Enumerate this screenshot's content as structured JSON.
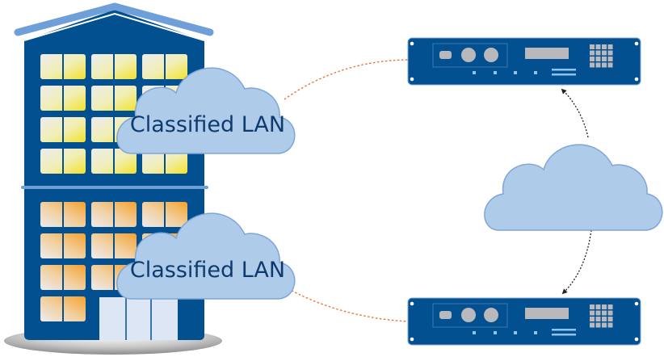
{
  "diagram": {
    "type": "network-topology",
    "building": {
      "name": "office-building",
      "upper_floors": {
        "window_tint": "yellow",
        "rows": 4
      },
      "lower_floors": {
        "window_tint": "orange",
        "rows": 4
      }
    },
    "clouds": [
      {
        "id": "classified-lan-top",
        "label": "Classified LAN"
      },
      {
        "id": "classified-lan-bottom",
        "label": "Classified LAN"
      },
      {
        "id": "wan-cloud",
        "label": ""
      }
    ],
    "devices": [
      {
        "id": "encryptor-top",
        "kind": "rack-mount-network-device"
      },
      {
        "id": "encryptor-bottom",
        "kind": "rack-mount-network-device"
      }
    ],
    "links": [
      {
        "from": "classified-lan-top",
        "to": "encryptor-top",
        "style": "dotted-orange"
      },
      {
        "from": "classified-lan-bottom",
        "to": "encryptor-bottom",
        "style": "dotted-orange"
      },
      {
        "from": "wan-cloud",
        "to": "encryptor-top",
        "style": "dotted-black-arrow"
      },
      {
        "from": "wan-cloud",
        "to": "encryptor-bottom",
        "style": "dotted-black-arrow"
      }
    ]
  },
  "colors": {
    "building_blue": "#02508f",
    "roof_light_blue": "#6f9fd8",
    "cloud_fill": "#aecbea",
    "cloud_stroke": "#7fa6d6",
    "label_text": "#0f3a6e",
    "window_yellow": "#f3e23a",
    "window_orange": "#f2a640",
    "window_base": "#e8e8ee",
    "door_fill": "#dde6f5",
    "device_blue": "#02508f",
    "device_gray": "#b8b8bd",
    "device_light_blue": "#8fc3ee",
    "link_orange": "#e8743a",
    "link_black": "#222222",
    "shadow_gray": "#9a9a9a"
  }
}
